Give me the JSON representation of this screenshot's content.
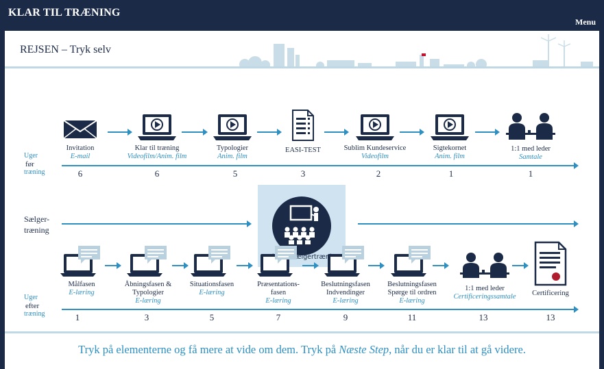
{
  "header": {
    "title": "KLAR TIL TRÆNING",
    "menu_label": "Menu"
  },
  "page": {
    "subtitle": "REJSEN – Tryk selv"
  },
  "row1": {
    "side": {
      "line1": "Uger",
      "line2": "før",
      "line3": "træning"
    },
    "items": [
      {
        "label": "Invitation",
        "sub": "E-mail",
        "weeks": "6",
        "icon": "envelope-icon"
      },
      {
        "label": "Klar til træning",
        "sub": "Videofilm/Anim. film",
        "weeks": "6",
        "icon": "video-laptop-icon"
      },
      {
        "label": "Typologier",
        "sub": "Anim. film",
        "weeks": "5",
        "icon": "video-laptop-icon"
      },
      {
        "label": "EASI-TEST",
        "sub": "",
        "weeks": "3",
        "icon": "checklist-icon"
      },
      {
        "label": "Sublim Kundeservice",
        "sub": "Videofilm",
        "weeks": "2",
        "icon": "video-laptop-icon"
      },
      {
        "label": "Sigtekornet",
        "sub": "Anim. film",
        "weeks": "1",
        "icon": "video-laptop-icon"
      },
      {
        "label": "1:1 med leder",
        "sub": "Samtale",
        "weeks": "1",
        "icon": "meeting-icon"
      }
    ]
  },
  "sales": {
    "side_line1": "Sælger-",
    "side_line2": "træning",
    "label": "2 dages sælgertræning",
    "icon": "classroom-icon"
  },
  "row2": {
    "side": {
      "line1": "Uger",
      "line2": "efter",
      "line3": "træning"
    },
    "items": [
      {
        "label": "Målfasen",
        "label2": "",
        "sub": "E-læring",
        "weeks": "1",
        "icon": "elearning-laptop-icon"
      },
      {
        "label": "Åbningsfasen &",
        "label2": "Typologier",
        "sub": "E-læring",
        "weeks": "3",
        "icon": "elearning-laptop-icon"
      },
      {
        "label": "Situationsfasen",
        "label2": "",
        "sub": "E-læring",
        "weeks": "5",
        "icon": "elearning-laptop-icon"
      },
      {
        "label": "Præsentations-",
        "label2": "fasen",
        "sub": "E-læring",
        "weeks": "7",
        "icon": "elearning-laptop-icon"
      },
      {
        "label": "Beslutningsfasen",
        "label2": "Indvendinger",
        "sub": "E-læring",
        "weeks": "9",
        "icon": "elearning-laptop-icon"
      },
      {
        "label": "Beslutningsfasen",
        "label2": "Spørge til ordren",
        "sub": "E-læring",
        "weeks": "11",
        "icon": "elearning-laptop-icon"
      },
      {
        "label": "1:1 med leder",
        "label2": "",
        "sub": "Certificeringssamtale",
        "weeks": "13",
        "icon": "meeting-icon"
      },
      {
        "label": "Certificering",
        "label2": "",
        "sub": "",
        "weeks": "13",
        "icon": "certificate-icon"
      }
    ]
  },
  "footer": {
    "text_before": "Tryk på elementerne og få mere at vide om dem. Tryk på ",
    "text_emph": "Næste Step",
    "text_after": ", når du er klar til at gå videre."
  },
  "colors": {
    "navy": "#1b2a47",
    "blue": "#2e8fc1",
    "light_blue": "#cfe4f0"
  }
}
